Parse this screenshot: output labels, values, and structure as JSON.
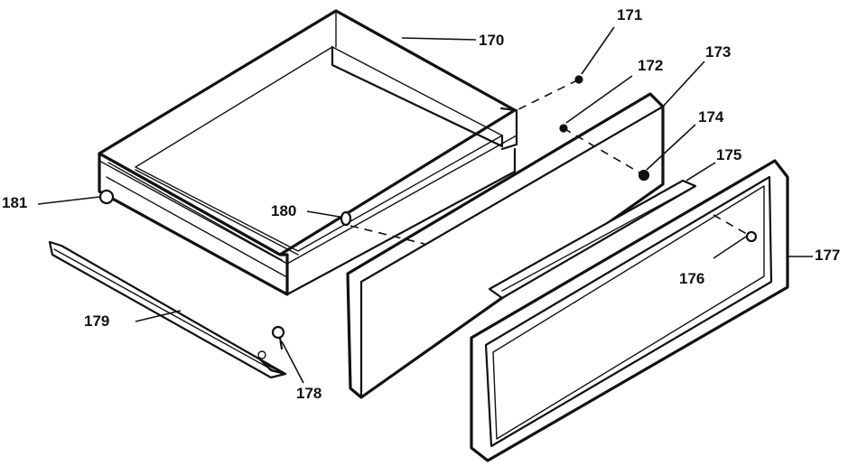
{
  "callouts": [
    {
      "id": "170",
      "text": "170"
    },
    {
      "id": "171",
      "text": "171"
    },
    {
      "id": "172",
      "text": "172"
    },
    {
      "id": "173",
      "text": "173"
    },
    {
      "id": "174",
      "text": "174"
    },
    {
      "id": "175",
      "text": "175"
    },
    {
      "id": "176",
      "text": "176"
    },
    {
      "id": "177",
      "text": "177"
    },
    {
      "id": "178",
      "text": "178"
    },
    {
      "id": "179",
      "text": "179"
    },
    {
      "id": "180",
      "text": "180"
    },
    {
      "id": "181",
      "text": "181"
    }
  ]
}
